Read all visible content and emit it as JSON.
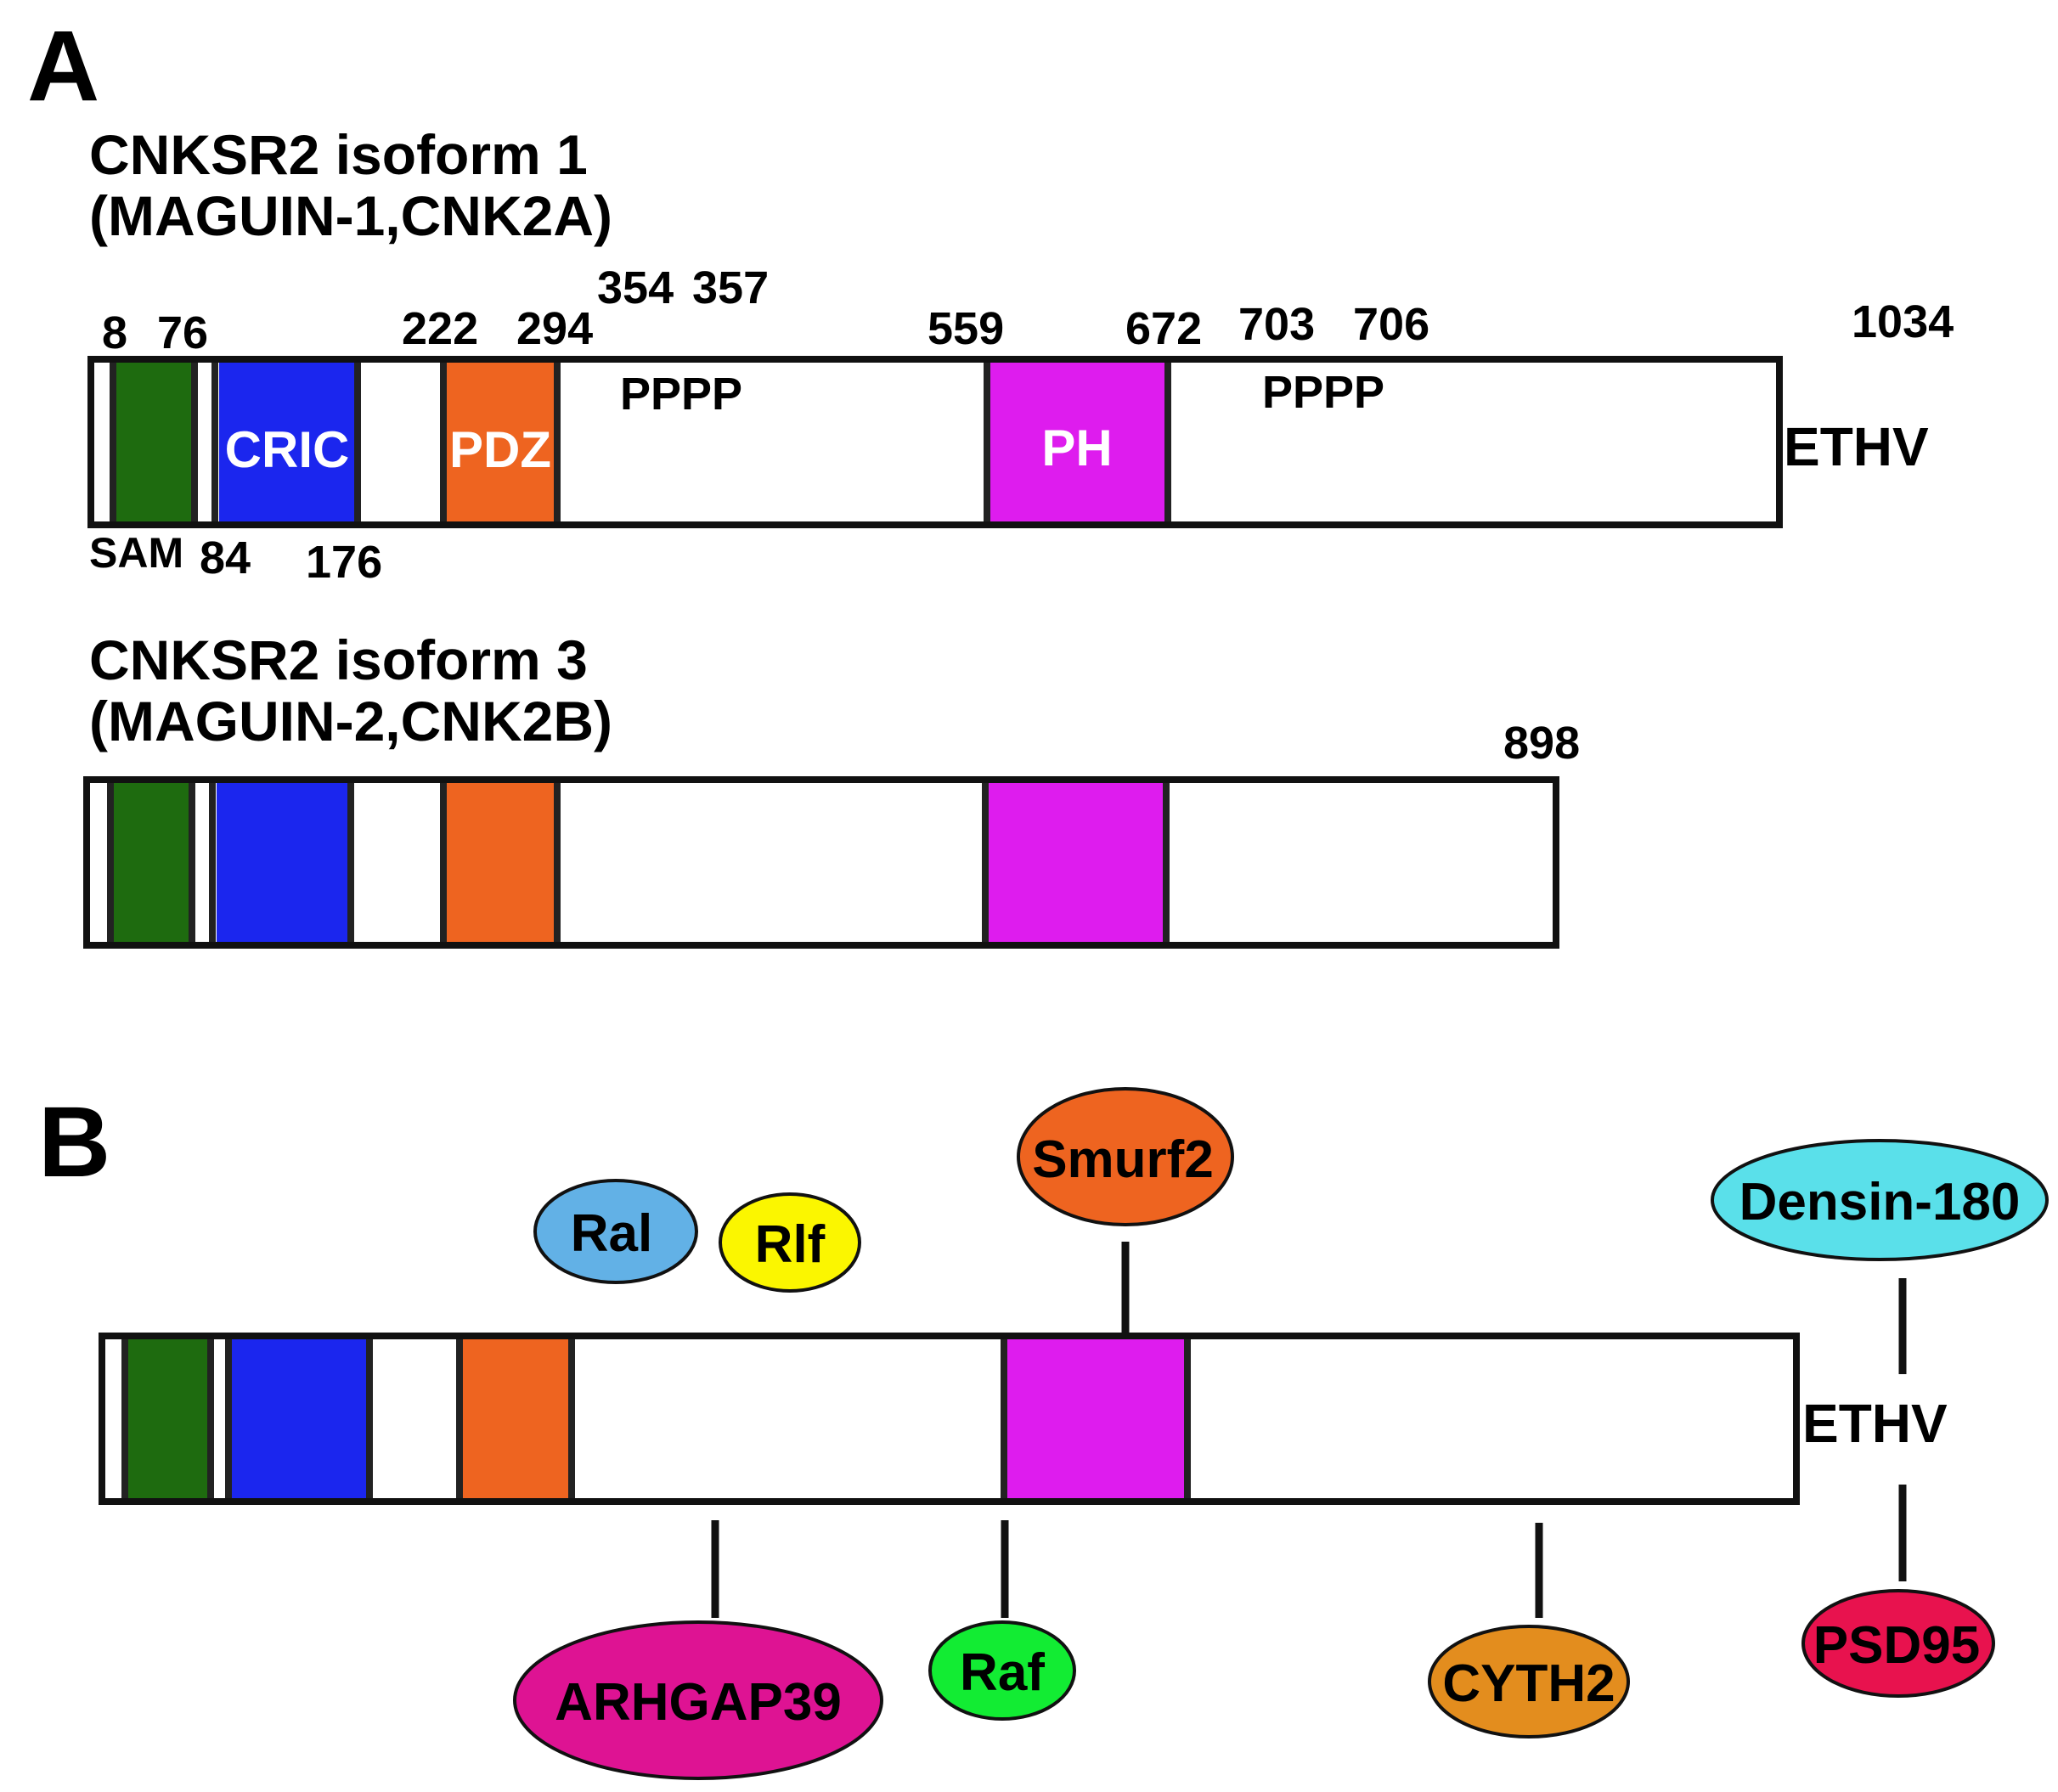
{
  "panels": {
    "a": {
      "letter": "A"
    },
    "b": {
      "letter": "B"
    }
  },
  "isoform1": {
    "title_line1": "CNKSR2 isoform 1",
    "title_line2": "(MAGUIN-1,CNK2A)",
    "length_label": "1034",
    "c_terminus": "ETHV",
    "motif_1": "PPPP",
    "motif_2": "PPPP",
    "numbers_top": {
      "sam_start": "8",
      "sam_end": "76",
      "pdz_start": "222",
      "pdz_end": "294",
      "motif1_start": "354",
      "motif1_end": "357",
      "ph_start": "559",
      "ph_end": "672",
      "motif2_start": "703",
      "motif2_end": "706"
    },
    "numbers_bottom": {
      "sam_label": "SAM",
      "cric_start": "84",
      "cric_end": "176"
    },
    "domains": {
      "cric": "CRIC",
      "pdz": "PDZ",
      "ph": "PH"
    }
  },
  "isoform3": {
    "title_line1": "CNKSR2 isoform 3",
    "title_line2": "(MAGUIN-2,CNK2B)",
    "length_label": "898"
  },
  "interaction_map": {
    "c_terminus": "ETHV",
    "partners": {
      "ral": "Ral",
      "rlf": "Rlf",
      "smurf2": "Smurf2",
      "densin180": "Densin-180",
      "arhgap39": "ARHGAP39",
      "raf": "Raf",
      "cyth2": "CYTH2",
      "psd95": "PSD95"
    }
  },
  "colors": {
    "sam": "#1e6b0f",
    "cric": "#1b26ee",
    "pdz": "#ee6420",
    "ph": "#de1cee",
    "ral": "#62b1e6",
    "rlf": "#fbf600",
    "smurf2": "#ee6420",
    "densin180": "#5ae0ea",
    "arhgap39": "#de1393",
    "raf": "#12ec33",
    "cyth2": "#e38d1e",
    "psd95": "#e8124e"
  }
}
